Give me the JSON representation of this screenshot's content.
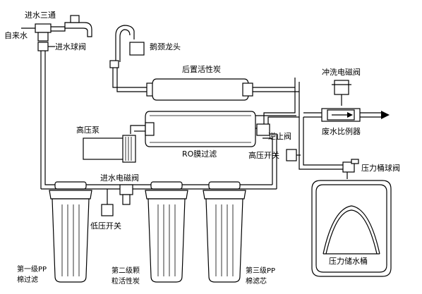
{
  "labels": {
    "inlet_tee": "进水三通",
    "tap_water": "自来水",
    "inlet_ball_valve": "进水球阀",
    "gooseneck_faucet": "鹅颈龙头",
    "post_carbon": "后置活性炭",
    "flush_solenoid": "冲洗电磁阀",
    "booster_pump": "高压泵",
    "check_valve": "逆止阀",
    "ro_membrane": "RO膜过滤",
    "waste_ratio": "废水比例器",
    "high_pressure_switch": "高压开关",
    "tank_ball_valve": "压力桶球阀",
    "inlet_solenoid": "进水电磁阀",
    "low_pressure_switch": "低压开关",
    "pressure_tank": "压力储水桶",
    "stage1_line1": "第一级PP",
    "stage1_line2": "棉过滤",
    "stage2_line1": "第二级颗",
    "stage2_line2": "粒活性炭",
    "stage3_line1": "第三级PP",
    "stage3_line2": "棉滤芯"
  }
}
